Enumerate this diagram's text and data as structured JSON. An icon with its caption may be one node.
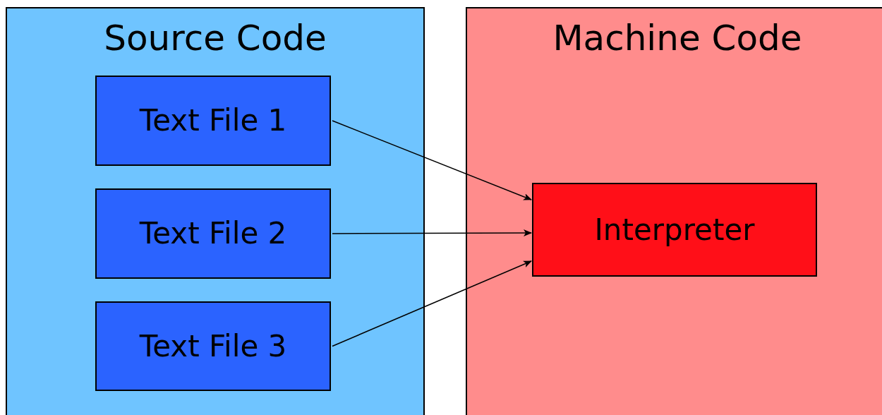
{
  "diagram": {
    "nodes": [
      {
        "text": [
          "Source Code"
        ]
      },
      {
        "text": [
          "Text File 1"
        ],
        "in": 0
      },
      {
        "text": [
          "Text File 2"
        ],
        "in": 0
      },
      {
        "text": [
          "Text File 3"
        ],
        "in": 0
      },
      {
        "text": [
          "Machine Code"
        ]
      },
      {
        "text": [
          "Interpreter"
        ],
        "in": 4
      }
    ],
    "edges": [
      {
        "from": 1,
        "to": 5,
        "arrow": "to"
      },
      {
        "from": 2,
        "to": 5,
        "arrow": "to"
      },
      {
        "from": 3,
        "to": 5,
        "arrow": "to"
      }
    ]
  }
}
